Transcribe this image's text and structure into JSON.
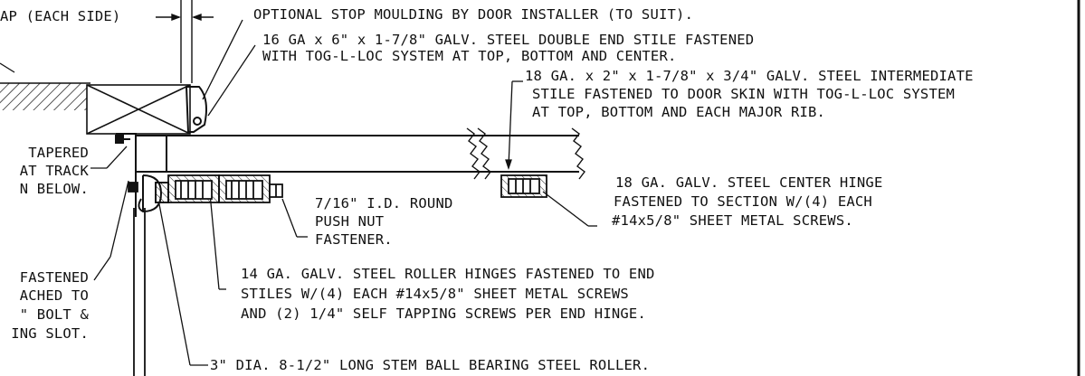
{
  "labels": {
    "gap": "AP (EACH SIDE)",
    "stop_moulding": "OPTIONAL STOP MOULDING BY DOOR INSTALLER (TO SUIT).",
    "double_end_stile_1": "16 GA x 6\" x 1-7/8\" GALV. STEEL DOUBLE END STILE FASTENED",
    "double_end_stile_2": "WITH TOG-L-LOC SYSTEM AT TOP, BOTTOM AND CENTER.",
    "intermediate_stile_1": "18 GA. x 2\" x 1-7/8\" x 3/4\" GALV. STEEL INTERMEDIATE",
    "intermediate_stile_2": "STILE FASTENED TO DOOR SKIN WITH TOG-L-LOC SYSTEM",
    "intermediate_stile_3": "AT TOP, BOTTOM AND EACH MAJOR RIB.",
    "tapered_1": "TAPERED",
    "tapered_2": "AT TRACK",
    "tapered_3": "N BELOW.",
    "center_hinge_1": "18 GA. GALV. STEEL CENTER HINGE",
    "center_hinge_2": "FASTENED TO SECTION W/(4) EACH",
    "center_hinge_3": "#14x5/8\" SHEET METAL SCREWS.",
    "push_nut_1": "7/16\" I.D. ROUND",
    "push_nut_2": "PUSH NUT",
    "push_nut_3": "FASTENER.",
    "bracket_1": "FASTENED",
    "bracket_2": "ACHED TO",
    "bracket_3": "\" BOLT &",
    "bracket_4": "ING SLOT.",
    "roller_hinge_1": "14 GA. GALV. STEEL ROLLER HINGES FASTENED TO END",
    "roller_hinge_2": "STILES W/(4) EACH #14x5/8\" SHEET METAL SCREWS",
    "roller_hinge_3": "AND (2) 1/4\" SELF TAPPING SCREWS PER END HINGE.",
    "roller": "3\" DIA. 8-1/2\" LONG STEM BALL BEARING STEEL ROLLER."
  }
}
